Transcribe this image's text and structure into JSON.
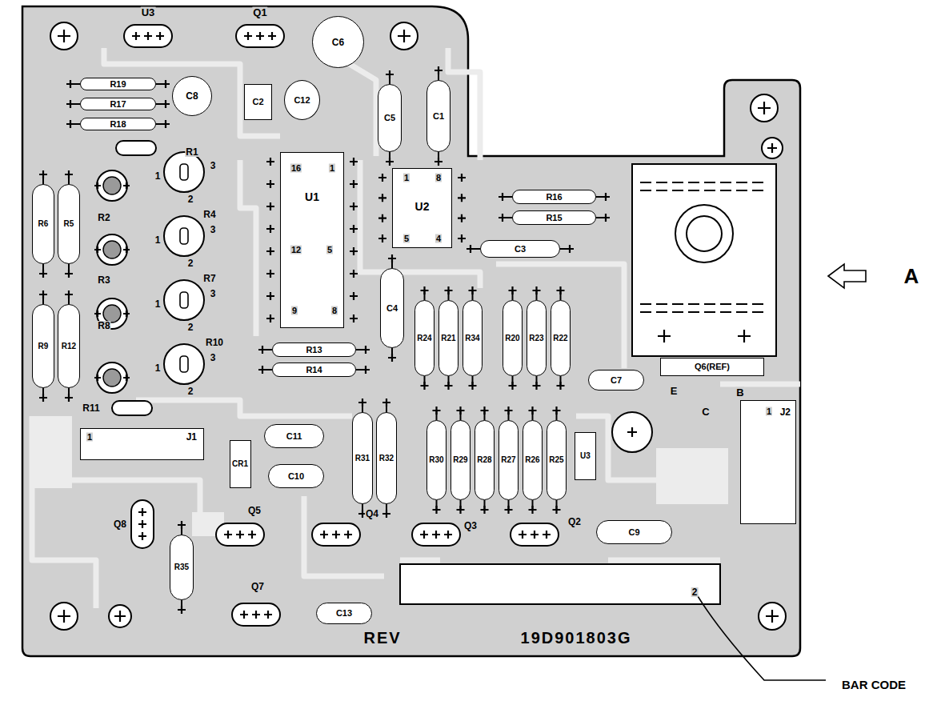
{
  "diagram": {
    "nodes": [
      {
        "text": [
          "R19"
        ]
      },
      {
        "text": [
          "R17"
        ]
      },
      {
        "text": [
          "R18"
        ]
      },
      {
        "text": [
          "C8"
        ]
      },
      {
        "text": [
          "C2"
        ]
      },
      {
        "text": [
          "C12"
        ]
      },
      {
        "text": [
          "C6"
        ]
      },
      {
        "text": [
          "C5"
        ]
      },
      {
        "text": [
          "C1"
        ]
      },
      {
        "text": [
          "R6"
        ]
      },
      {
        "text": [
          "R5"
        ]
      },
      {
        "text": [
          "R9"
        ]
      },
      {
        "text": [
          "R12"
        ]
      },
      {
        "text": [
          "U1"
        ]
      },
      {
        "text": [
          "U2"
        ]
      },
      {
        "text": [
          "R16"
        ]
      },
      {
        "text": [
          "R15"
        ]
      },
      {
        "text": [
          "C3"
        ]
      },
      {
        "text": [
          "C4"
        ]
      },
      {
        "text": [
          "R24"
        ]
      },
      {
        "text": [
          "R21"
        ]
      },
      {
        "text": [
          "R34"
        ]
      },
      {
        "text": [
          "R20"
        ]
      },
      {
        "text": [
          "R23"
        ]
      },
      {
        "text": [
          "R22"
        ]
      },
      {
        "text": [
          "R13"
        ]
      },
      {
        "text": [
          "R14"
        ]
      },
      {
        "text": [
          "C7"
        ]
      },
      {
        "text": [
          "Q6(REF)"
        ]
      },
      {
        "text": [
          "J1"
        ]
      },
      {
        "text": [
          "J2"
        ]
      },
      {
        "text": [
          "C11"
        ]
      },
      {
        "text": [
          "CR1"
        ]
      },
      {
        "text": [
          "C10"
        ]
      },
      {
        "text": [
          "R31"
        ]
      },
      {
        "text": [
          "R32"
        ]
      },
      {
        "text": [
          "R30"
        ]
      },
      {
        "text": [
          "R29"
        ]
      },
      {
        "text": [
          "R28"
        ]
      },
      {
        "text": [
          "R27"
        ]
      },
      {
        "text": [
          "R26"
        ]
      },
      {
        "text": [
          "R25"
        ]
      },
      {
        "text": [
          "U3"
        ]
      },
      {
        "text": [
          "C9"
        ]
      },
      {
        "text": [
          "R35"
        ]
      },
      {
        "text": [
          "C13"
        ]
      }
    ],
    "labels": [
      "U3",
      "Q1",
      "R1",
      "R4",
      "R7",
      "R10",
      "R2",
      "R3",
      "R8",
      "R11",
      "3",
      "2",
      "1",
      "3",
      "2",
      "1",
      "3",
      "2",
      "1",
      "3",
      "2",
      "1",
      "1",
      "16",
      "12",
      "5",
      "9",
      "8",
      "1",
      "8",
      "5",
      "4",
      "E",
      "B",
      "C",
      "1",
      "1",
      "Q8",
      "Q5",
      "Q4",
      "Q3",
      "Q2",
      "Q7",
      "2",
      "REV",
      "19D901803G",
      "A",
      "BAR CODE"
    ]
  }
}
